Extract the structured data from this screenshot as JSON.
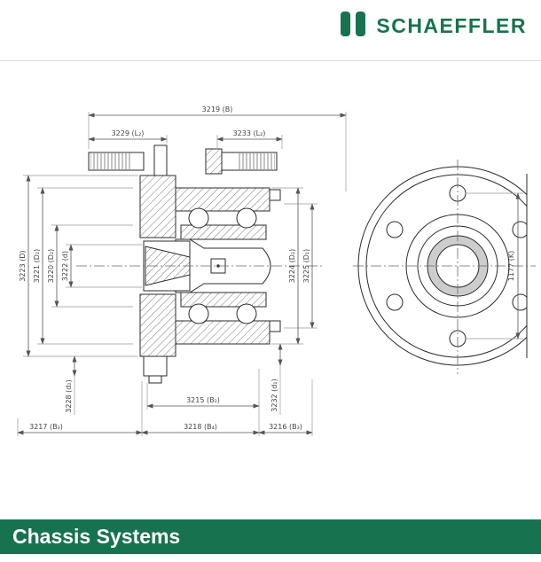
{
  "header": {
    "logo_text": "SCHAEFFLER",
    "logo_icon": "schaeffler-two-bars-icon",
    "brand_green": "#17734F"
  },
  "footer": {
    "label": "Chassis Systems",
    "bar_color": "#17734F",
    "text_color": "#FFFFFF"
  },
  "drawing": {
    "description": "wheel hub bearing unit technical drawing, cross-section view and flange front view",
    "line_color": "#2B2B2B",
    "dims": [
      {
        "name": "dim-3219-B",
        "text": "3219 (B)"
      },
      {
        "name": "dim-3229-L2",
        "text": "3229 (L₂)"
      },
      {
        "name": "dim-3233-L2",
        "text": "3233 (L₂)"
      },
      {
        "name": "dim-3223-D",
        "text": "3223 (D)"
      },
      {
        "name": "dim-3221-D2",
        "text": "3221 (D₂)"
      },
      {
        "name": "dim-3220-D2",
        "text": "3220 (D₂)"
      },
      {
        "name": "dim-3222-d",
        "text": "3222 (d)"
      },
      {
        "name": "dim-3224-D2",
        "text": "3224 (D₂)"
      },
      {
        "name": "dim-3225-D1",
        "text": "3225 (D₁)"
      },
      {
        "name": "dim-3228-d2",
        "text": "3228 (d₂)"
      },
      {
        "name": "dim-3215-B2",
        "text": "3215 (B₂)"
      },
      {
        "name": "dim-3232-d1",
        "text": "3232 (d₁)"
      },
      {
        "name": "dim-3217-B3",
        "text": "3217 (B₃)"
      },
      {
        "name": "dim-3218-B4",
        "text": "3218 (B₄)"
      },
      {
        "name": "dim-3216-B3",
        "text": "3216 (B₃)"
      },
      {
        "name": "dim-1177-K",
        "text": "1177 (K)"
      }
    ]
  }
}
